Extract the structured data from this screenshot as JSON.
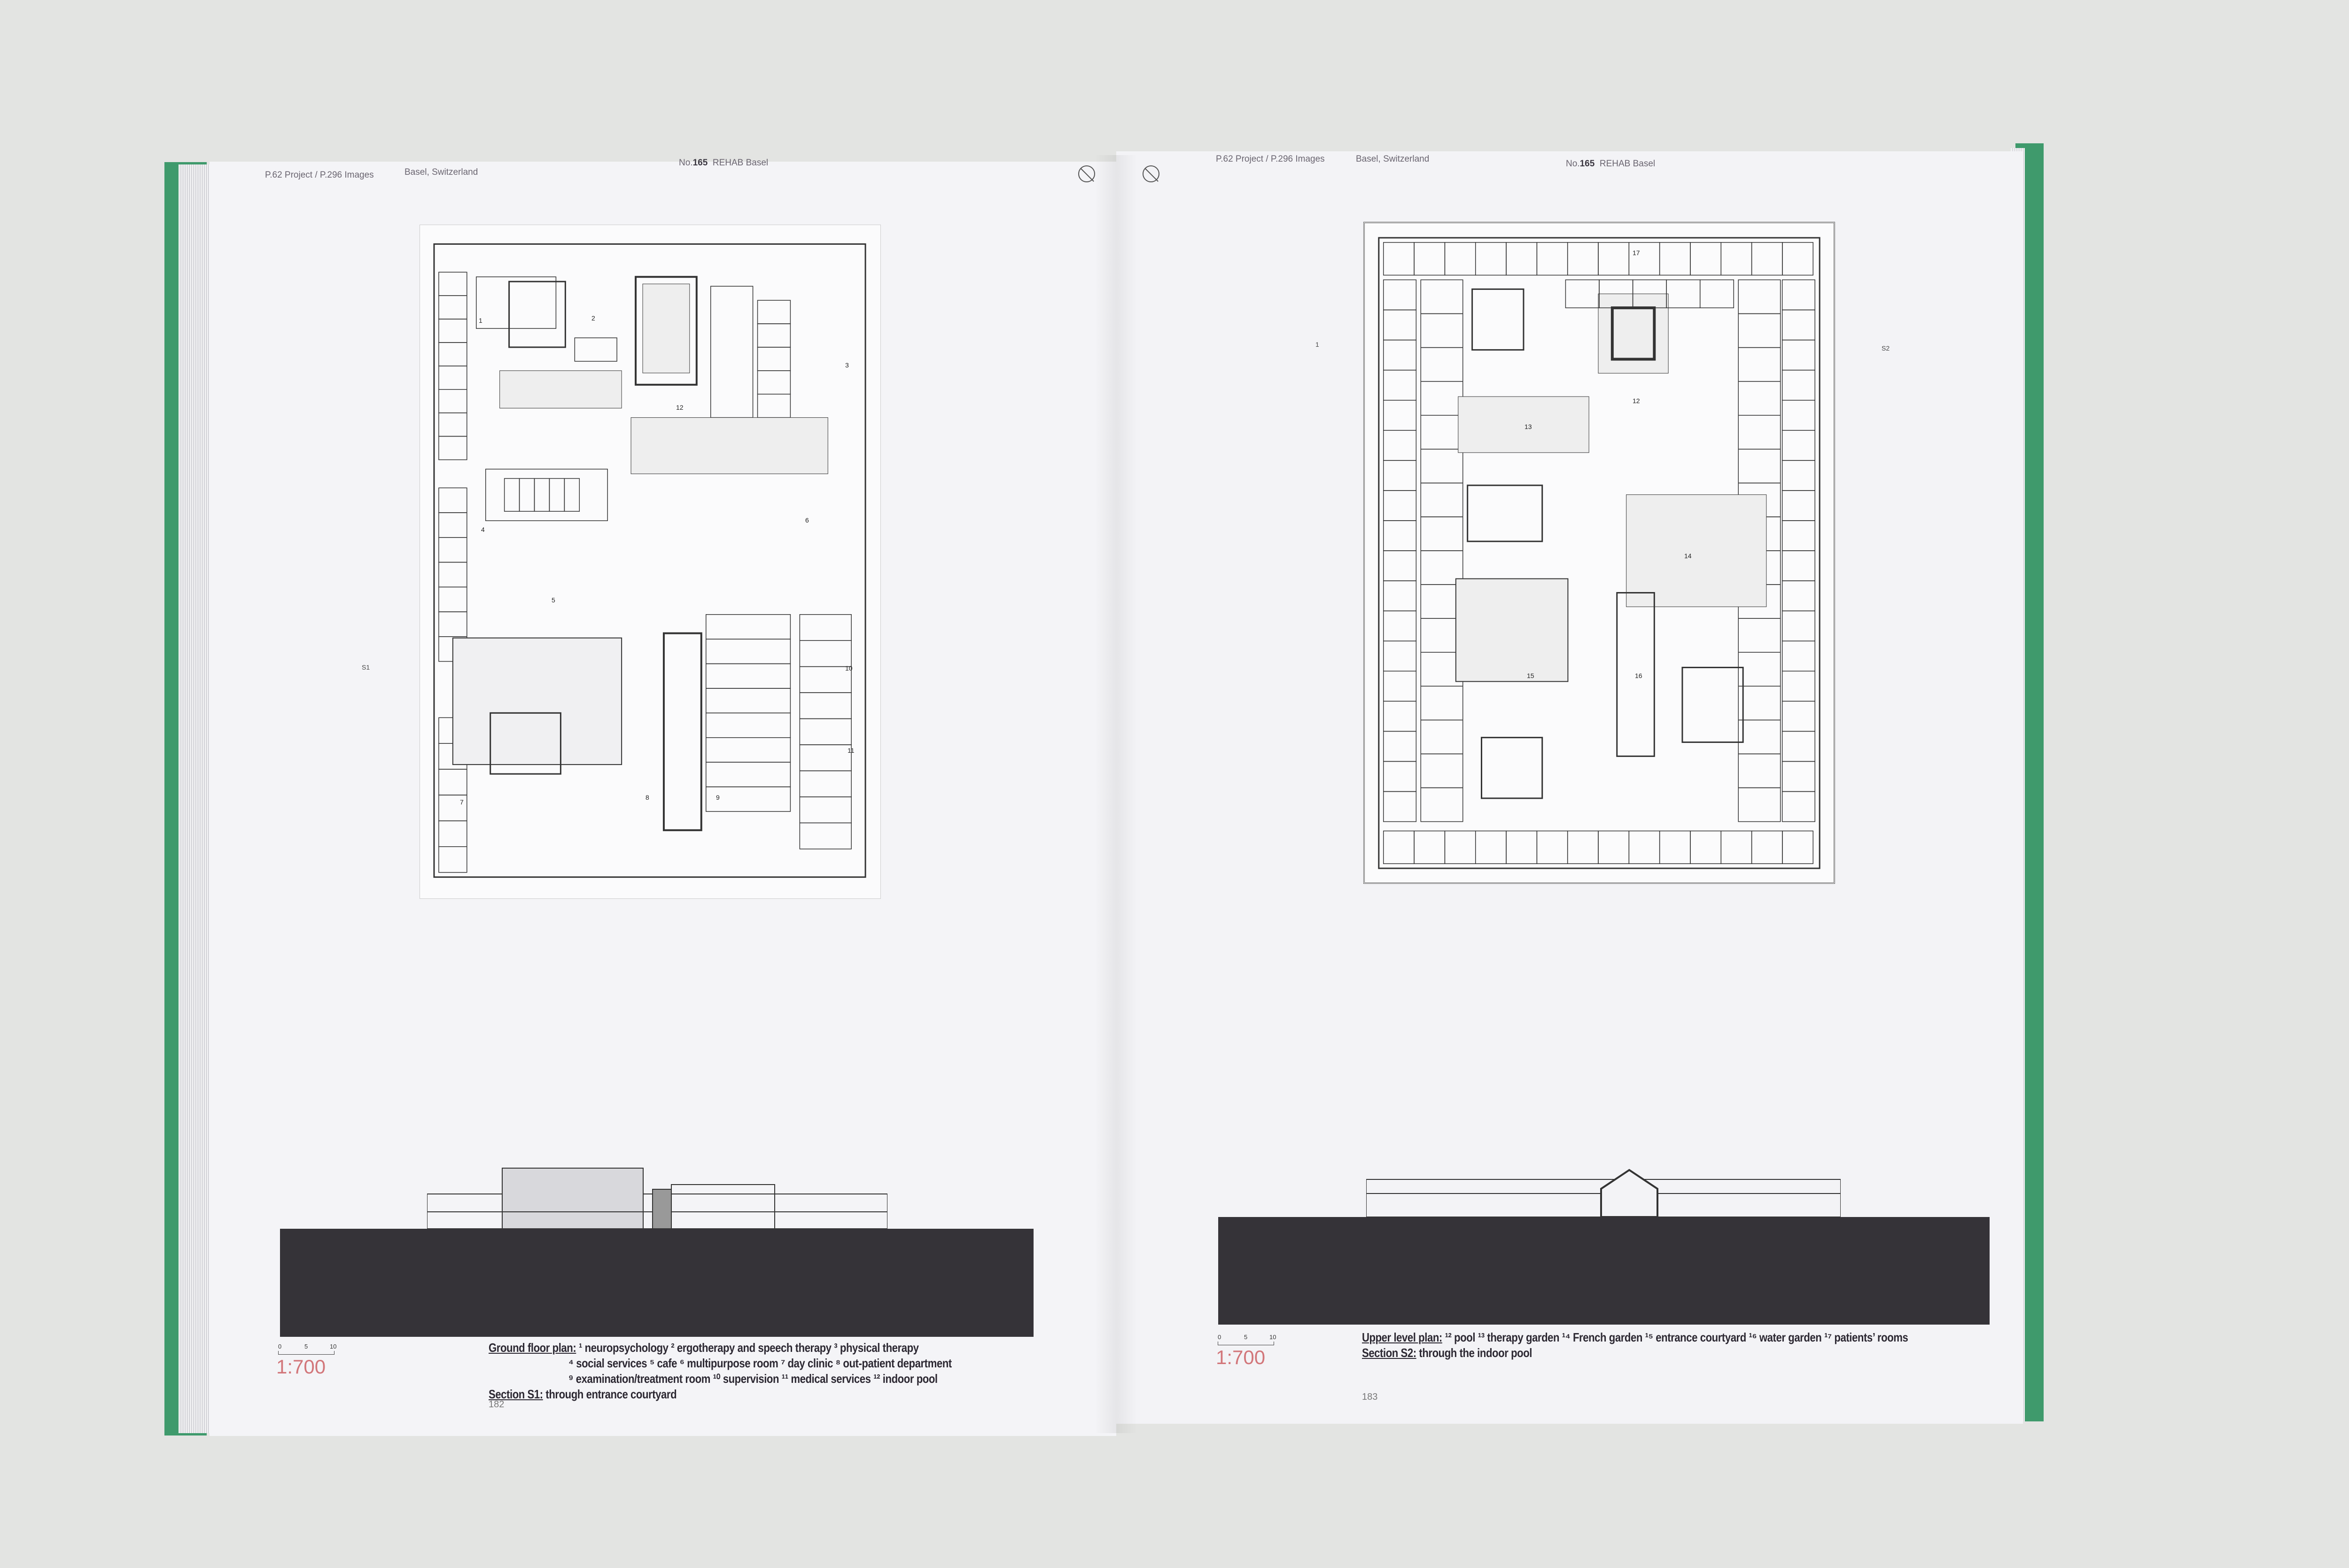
{
  "left_page": {
    "header": {
      "ref": "P.62 Project / P.296 Images",
      "place": "Basel, Switzerland",
      "no_label": "No.",
      "no_value": "165",
      "title": "REHAB Basel"
    },
    "plan_labels": [
      "1",
      "2",
      "3",
      "4",
      "5",
      "6",
      "7",
      "8",
      "9",
      "10",
      "11",
      "12"
    ],
    "section_marker": "S1",
    "scale_bar": {
      "ticks": [
        "0",
        "5",
        "10"
      ],
      "ratio": "1:700"
    },
    "caption": {
      "plan_label": "Ground floor plan:",
      "line1": "¹ neuropsychology ² ergotherapy and speech therapy ³ physical therapy",
      "line2": "⁴ social services ⁵ cafe ⁶ multipurpose room ⁷ day clinic ⁸ out-patient department",
      "line3": "⁹ examination/treatment room ¹⁰ supervision ¹¹ medical services ¹² indoor pool",
      "section_label": "Section S1:",
      "section_text": " through entrance courtyard"
    },
    "page_number": "182"
  },
  "right_page": {
    "header": {
      "ref": "P.62 Project / P.296 Images",
      "place": "Basel, Switzerland",
      "no_label": "No.",
      "no_value": "165",
      "title": "REHAB Basel"
    },
    "plan_labels": [
      "12",
      "13",
      "14",
      "15",
      "16",
      "17"
    ],
    "section_marker": "S2",
    "section_marker_left": "1",
    "scale_bar": {
      "ticks": [
        "0",
        "5",
        "10"
      ],
      "ratio": "1:700"
    },
    "caption": {
      "plan_label": "Upper level plan:",
      "line1": " ¹² pool ¹³ therapy garden ¹⁴ French garden ¹⁵ entrance courtyard ¹⁶ water garden ¹⁷ patients’ rooms",
      "section_label": "Section S2:",
      "section_text": " through the indoor pool"
    },
    "page_number": "183"
  },
  "colors": {
    "cover": "#3f9a6c",
    "section_ground": "#353338",
    "scale_text": "#d2767a",
    "background": "#e3e4e2"
  }
}
